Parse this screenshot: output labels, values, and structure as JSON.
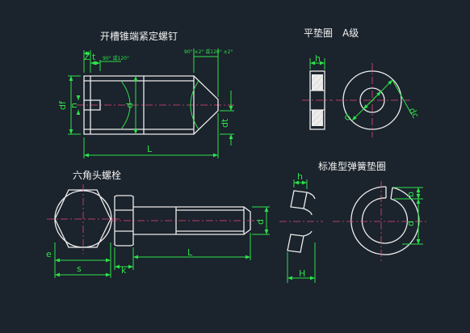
{
  "titles": {
    "set_screw": "开槽锥端紧定螺钉",
    "flat_washer": "平垫圈　A级",
    "hex_bolt": "六角头螺栓",
    "spring_washer": "标准型弹簧垫圈"
  },
  "labels": {
    "z": "Z",
    "t": "t",
    "df": "df",
    "n": "n",
    "d": "d",
    "dt": "dt",
    "L": "L",
    "h": "h",
    "dc": "dc",
    "e": "e",
    "k": "k",
    "s": "s",
    "b": "b",
    "H": "H",
    "angle_left": "90° 或120°",
    "angle_right": "90° ±2° 或120° ±2°"
  },
  "colors": {
    "background": "#1b232c",
    "outline": "#ececec",
    "dimension": "#2ee24b",
    "centerline": "#e8477c"
  }
}
